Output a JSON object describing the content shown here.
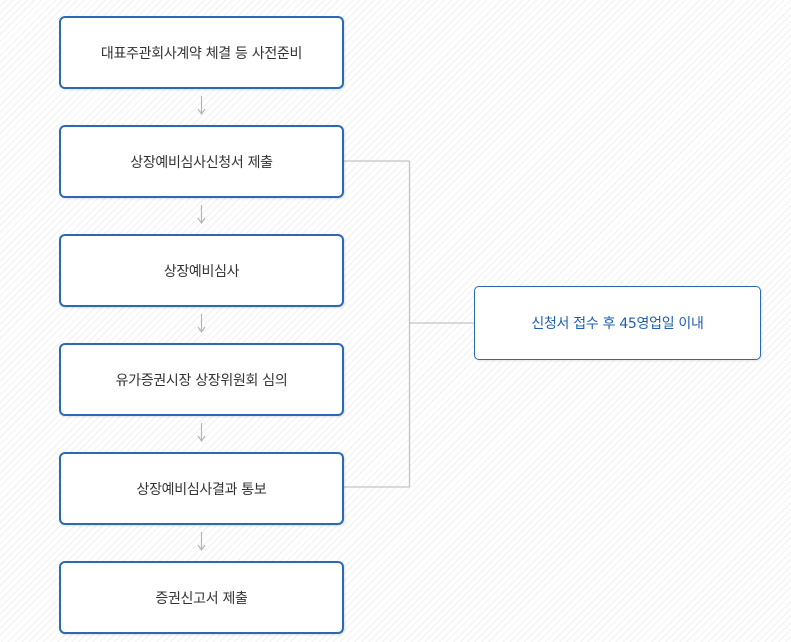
{
  "steps": [
    {
      "label": "대표주관회사계약 체결 등 사전준비"
    },
    {
      "label": "상장예비심사신청서 제출"
    },
    {
      "label": "상장예비심사"
    },
    {
      "label": "유가증권시장 상장위원회 심의"
    },
    {
      "label": "상장예비심사결과 통보"
    },
    {
      "label": "증권신고서 제출"
    }
  ],
  "note": {
    "label": "신청서 접수 후 45영업일 이내"
  },
  "colors": {
    "box_border": "#2a6ab5",
    "note_text": "#1e5fb0",
    "connector": "#c4c4c4",
    "arrow": "#b5b5b5"
  }
}
